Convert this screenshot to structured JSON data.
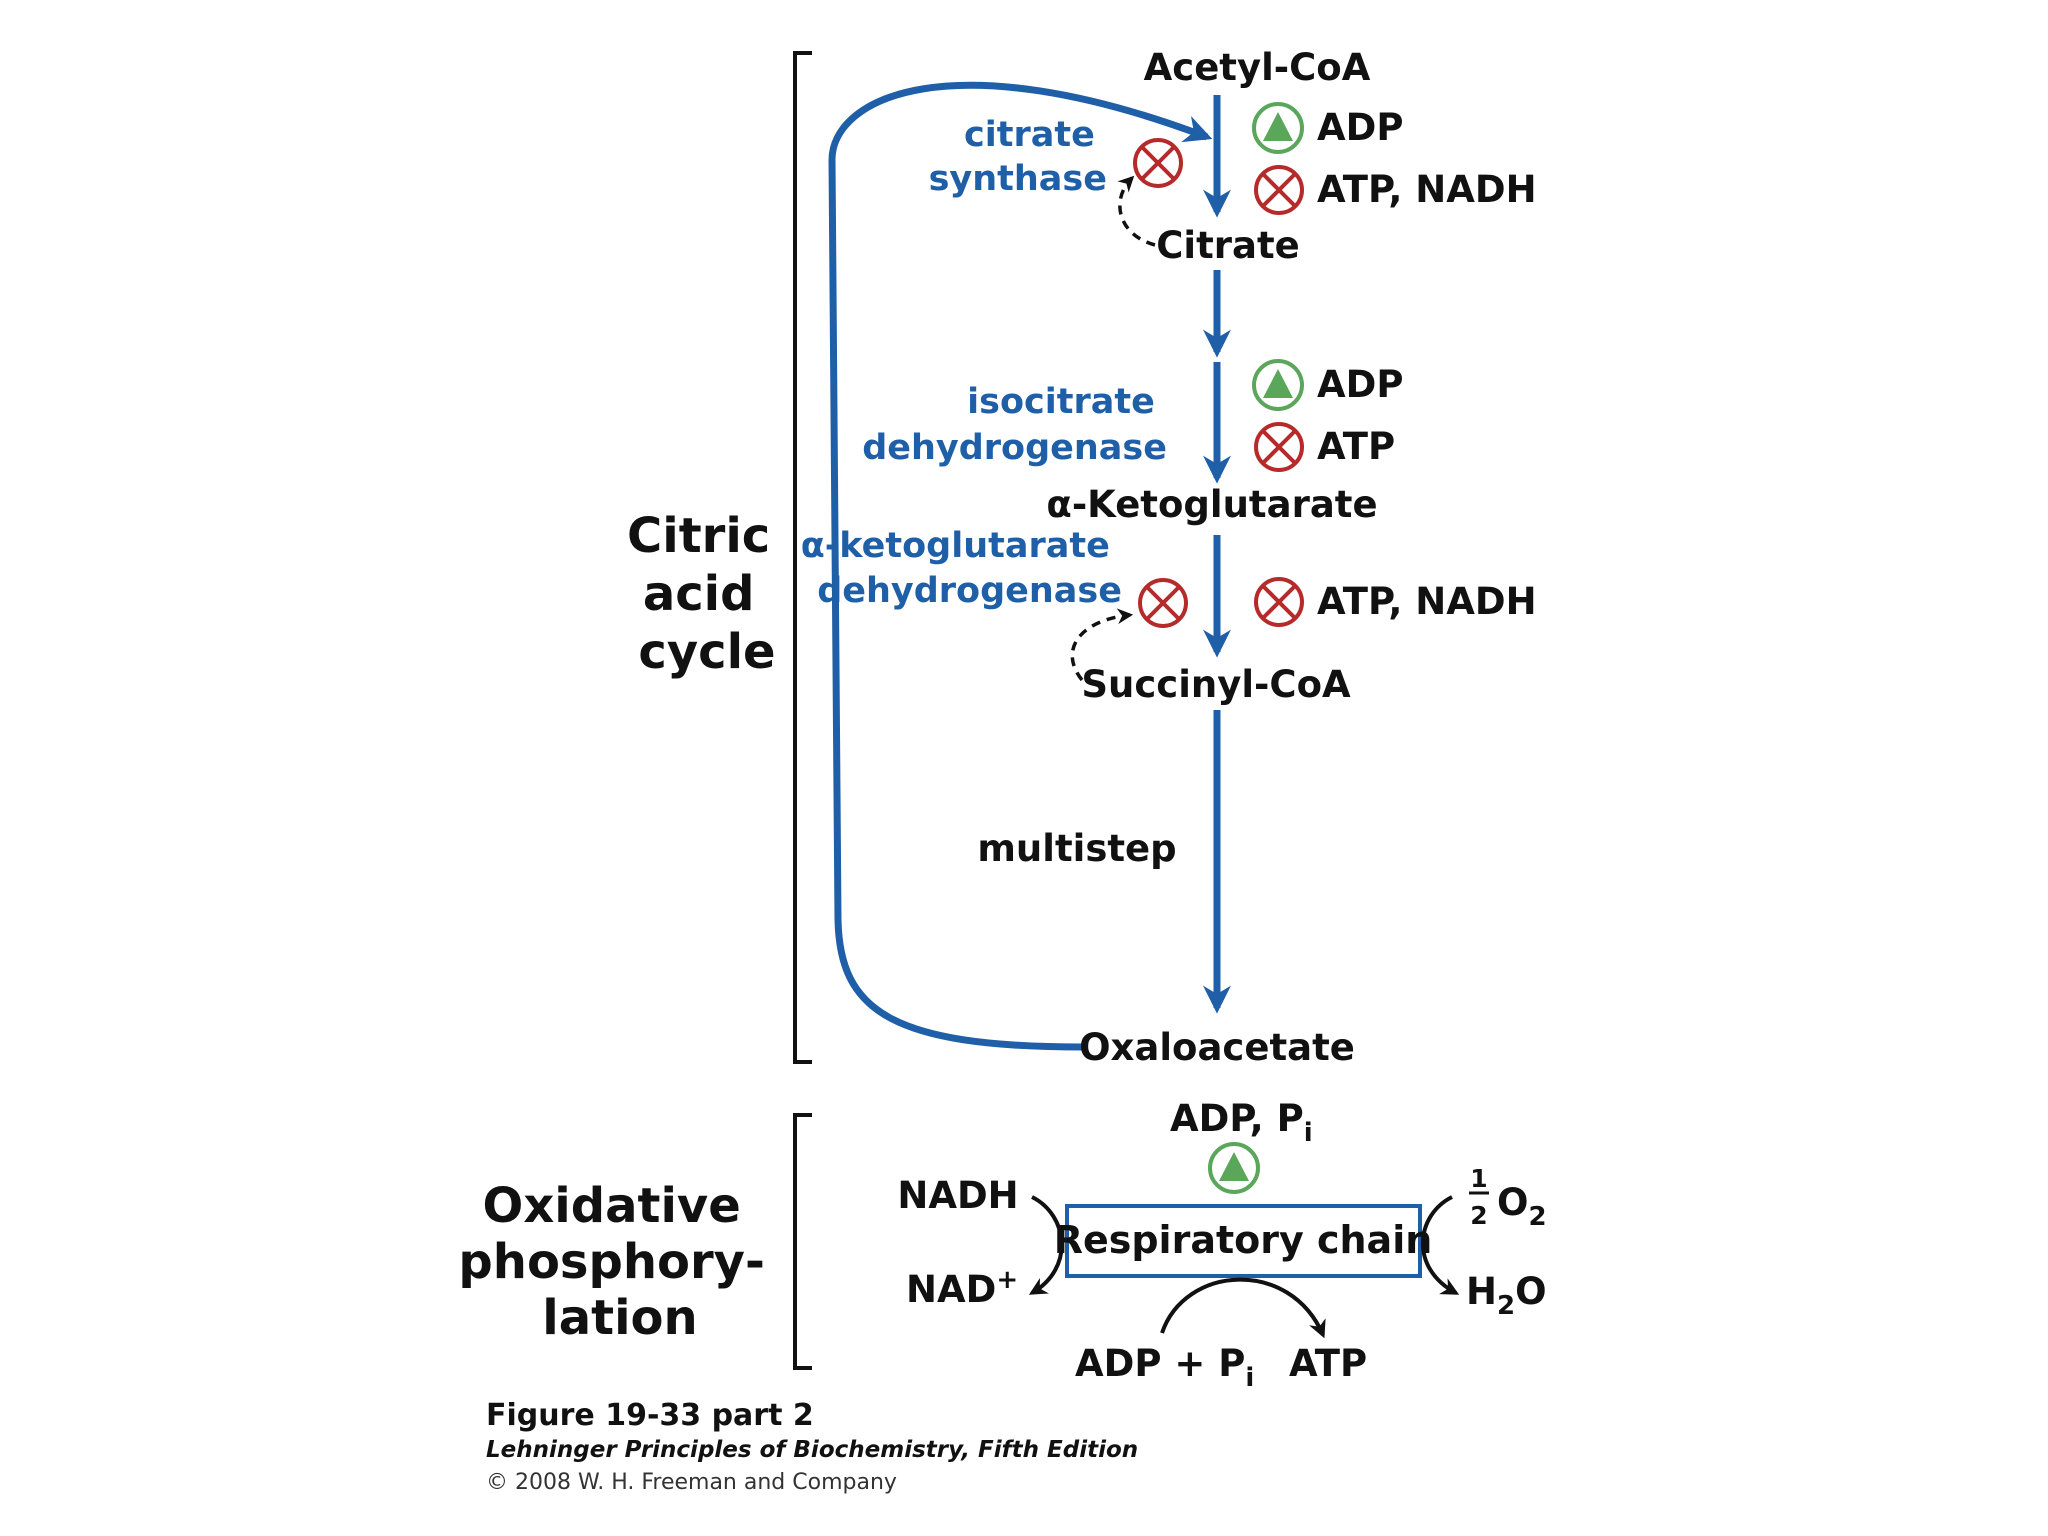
{
  "colors": {
    "pathway": "#1f5fa8",
    "enzyme_text": "#1f5fa8",
    "activator": "#5aa65a",
    "inhibitor": "#b52a2a",
    "text": "#111111"
  },
  "icons": {
    "activator": "up-triangle-in-circle",
    "inhibitor": "x-in-circle"
  },
  "cycle": {
    "side_label": [
      "Citric",
      "acid",
      "cycle"
    ],
    "metabolites": {
      "acetyl_coa": "Acetyl-CoA",
      "citrate": "Citrate",
      "alpha_kg": "α-Ketoglutarate",
      "succinyl_coa": "Succinyl-CoA",
      "oxaloacetate": "Oxaloacetate"
    },
    "enzymes": {
      "citrate_synthase": [
        "citrate",
        "synthase"
      ],
      "isocitrate_dh": [
        "isocitrate",
        "dehydrogenase"
      ],
      "akg_dh": [
        "α-ketoglutarate",
        "dehydrogenase"
      ]
    },
    "step_label": "multistep",
    "regulators": {
      "cs_activator": "ADP",
      "cs_inhibitor": "ATP, NADH",
      "idh_activator": "ADP",
      "idh_inhibitor": "ATP",
      "akg_inhibitor": "ATP, NADH"
    }
  },
  "oxphos": {
    "side_label": [
      "Oxidative",
      "phosphory-",
      "lation"
    ],
    "box_label": "Respiratory chain",
    "activator": {
      "base": "ADP, P",
      "sub": "i"
    },
    "nadh": "NADH",
    "nad": {
      "base": "NAD",
      "sup": "+"
    },
    "o2": {
      "num": "1",
      "den": "2",
      "base": "O",
      "sub": "2"
    },
    "h2o": {
      "pre": "H",
      "sub": "2",
      "post": "O"
    },
    "adp_pi": {
      "base": "ADP + P",
      "sub": "i"
    },
    "atp": "ATP"
  },
  "caption": {
    "title": "Figure 19-33 part 2",
    "book": "Lehninger Principles of Biochemistry, Fifth Edition",
    "copyright": "© 2008 W. H. Freeman and Company"
  }
}
